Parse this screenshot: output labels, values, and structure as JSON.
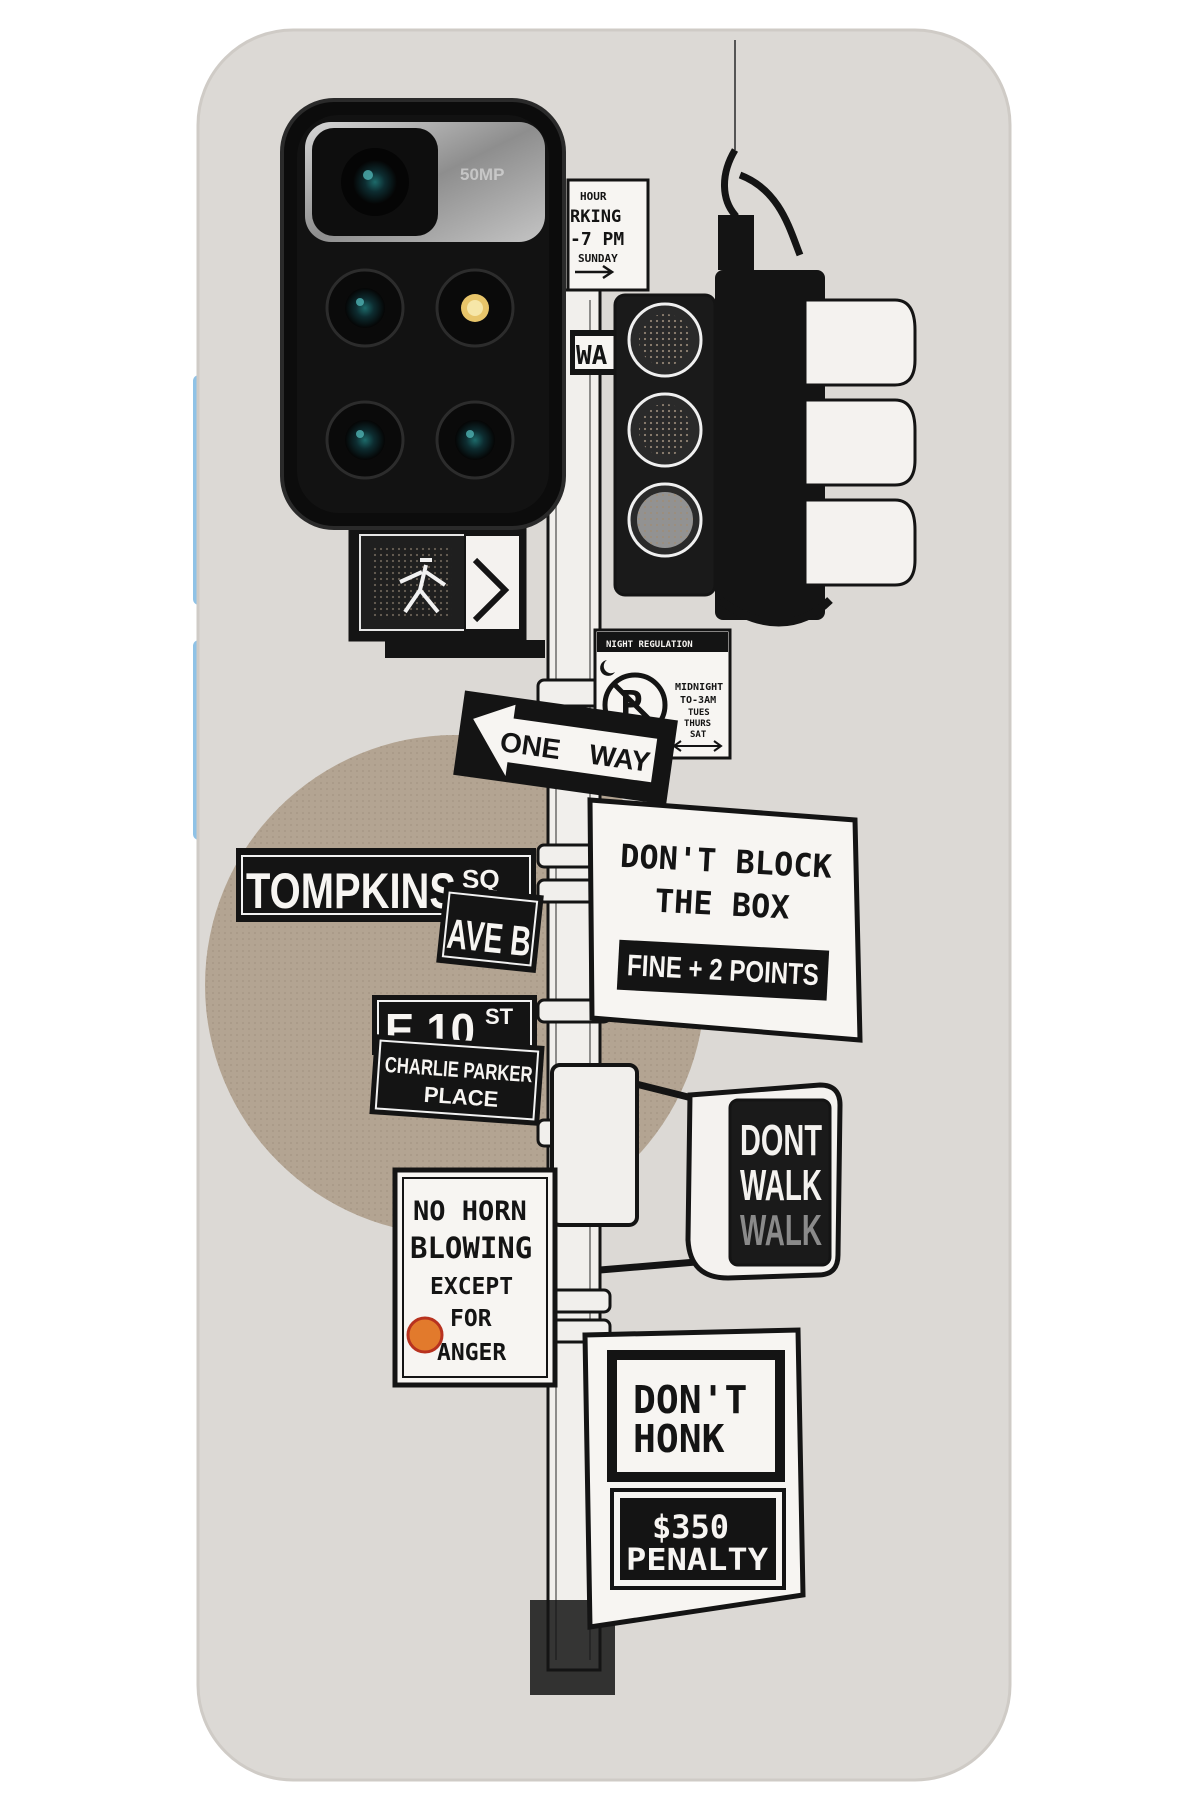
{
  "colors": {
    "page": "#ffffff",
    "case": "#dcd9d5",
    "case_edge": "#cfcbc6",
    "button_blue": "#8fc2e6",
    "circle": "#b3a492",
    "ink": "#141414",
    "sign_white": "#f7f5f2",
    "camera_module": "#111111",
    "camera_ring": "#a9a9a9"
  },
  "camera": {
    "main_label": "50MP"
  },
  "signs": {
    "parking": {
      "line1": "HOUR",
      "line2": "RKING",
      "line3": "-7 PM",
      "line4": "SUNDAY"
    },
    "way_fragment": "WA",
    "night_regulation": {
      "title": "NIGHT REGULATION",
      "line1": "MIDNIGHT",
      "line2": "TO-3AM",
      "line3": "TUES",
      "line4": "THURS",
      "line5": "SAT"
    },
    "one_way": {
      "word1": "ONE",
      "word2": "WAY"
    },
    "tompkins": {
      "main": "TOMPKINS",
      "suffix": "SQ"
    },
    "ave_b": "AVE B",
    "e10": {
      "main": "E 10",
      "suffix": "ST"
    },
    "charlie_parker": {
      "line1": "CHARLIE PARKER",
      "line2": "PLACE"
    },
    "dont_block": {
      "line1": "DON'T BLOCK",
      "line2": "THE BOX",
      "fine": "FINE + 2 POINTS"
    },
    "dont_walk": {
      "line1": "DONT",
      "line2": "WALK",
      "line3": "WALK"
    },
    "no_horn": {
      "line1": "NO HORN",
      "line2": "BLOWING",
      "line3": "EXCEPT",
      "line4": "FOR",
      "line5": "ANGER"
    },
    "dont_honk": {
      "line1": "DON'T",
      "line2": "HONK",
      "line3": "$350",
      "line4": "PENALTY"
    }
  }
}
